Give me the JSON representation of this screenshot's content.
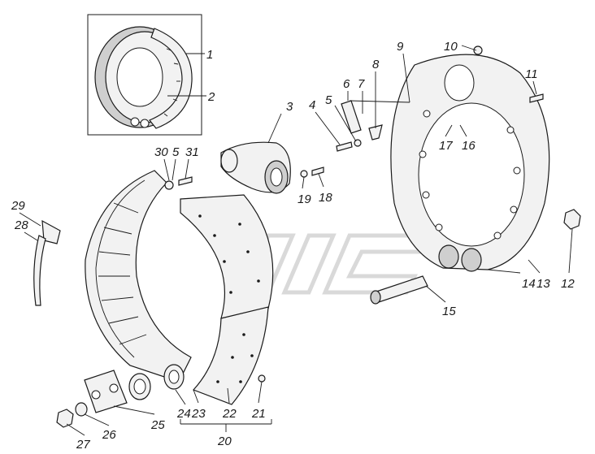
{
  "callouts": [
    {
      "id": "c1",
      "text": "1"
    },
    {
      "id": "c2",
      "text": "2"
    },
    {
      "id": "c3",
      "text": "3"
    },
    {
      "id": "c4",
      "text": "4"
    },
    {
      "id": "c5a",
      "text": "5"
    },
    {
      "id": "c5b",
      "text": "5"
    },
    {
      "id": "c6",
      "text": "6"
    },
    {
      "id": "c7",
      "text": "7"
    },
    {
      "id": "c8",
      "text": "8"
    },
    {
      "id": "c9",
      "text": "9"
    },
    {
      "id": "c10",
      "text": "10"
    },
    {
      "id": "c11",
      "text": "11"
    },
    {
      "id": "c12",
      "text": "12"
    },
    {
      "id": "c13",
      "text": "13"
    },
    {
      "id": "c14",
      "text": "14"
    },
    {
      "id": "c15",
      "text": "15"
    },
    {
      "id": "c16",
      "text": "16"
    },
    {
      "id": "c17",
      "text": "17"
    },
    {
      "id": "c18",
      "text": "18"
    },
    {
      "id": "c19",
      "text": "19"
    },
    {
      "id": "c20",
      "text": "20"
    },
    {
      "id": "c21",
      "text": "21"
    },
    {
      "id": "c22",
      "text": "22"
    },
    {
      "id": "c23",
      "text": "23"
    },
    {
      "id": "c24",
      "text": "24"
    },
    {
      "id": "c25",
      "text": "25"
    },
    {
      "id": "c26",
      "text": "26"
    },
    {
      "id": "c27",
      "text": "27"
    },
    {
      "id": "c28",
      "text": "28"
    },
    {
      "id": "c29",
      "text": "29"
    },
    {
      "id": "c30",
      "text": "30"
    },
    {
      "id": "c31",
      "text": "31"
    }
  ]
}
